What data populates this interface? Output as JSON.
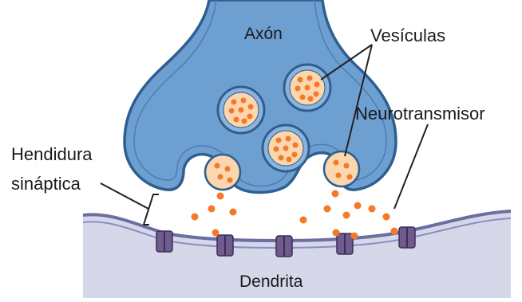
{
  "labels": {
    "axon": "Axón",
    "vesicles": "Vesículas",
    "neurotransmitter": "Neurotransmisor",
    "cleft_line1": "Hendidura",
    "cleft_line2": "sináptica",
    "dendrite": "Dendrita"
  },
  "colors": {
    "axon_fill": "#6e9fd1",
    "axon_outline": "#2e5f8f",
    "vesicle_fill": "#fbd6ae",
    "vesicle_outline": "#2e5f8f",
    "neurotransmitter_dot": "#f47a2a",
    "dendrite_fill": "#d6d8ea",
    "dendrite_outline": "#6a6fa3",
    "receptor_fill": "#6f5b8d",
    "receptor_outline": "#3c2f55",
    "leader_line": "#222222"
  }
}
